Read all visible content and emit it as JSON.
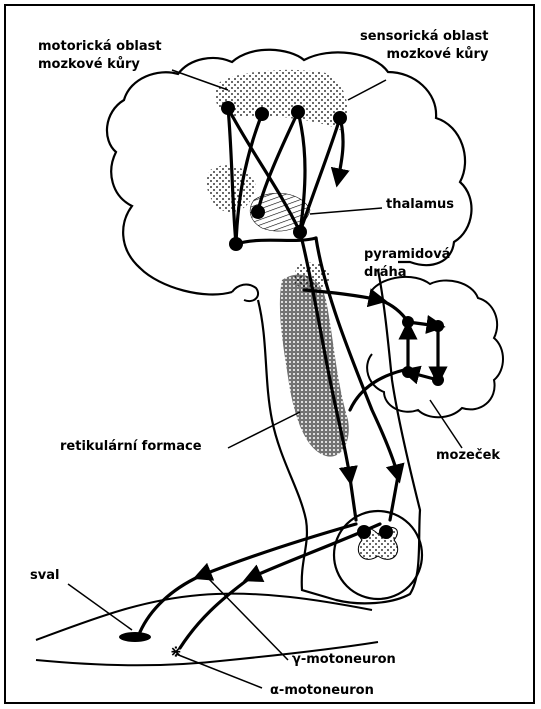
{
  "labels": {
    "motor_cortex": [
      "motorická oblast",
      "mozkové kůry"
    ],
    "sensory_cortex": [
      "sensorická oblast",
      "mozkové kůry"
    ],
    "thalamus": "thalamus",
    "pyramidal_tract": [
      "pyramidová",
      "dráha"
    ],
    "reticular_formation": "retikulární formace",
    "cerebellum": "mozeček",
    "muscle": "sval",
    "gamma_motoneuron": "γ-motoneuron",
    "alpha_motoneuron": "α-motoneuron"
  }
}
